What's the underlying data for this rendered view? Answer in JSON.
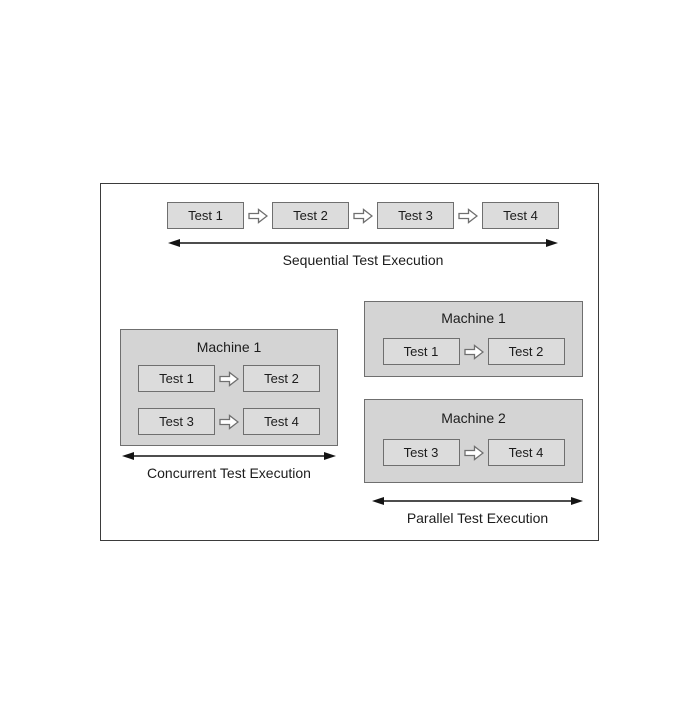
{
  "diagram": {
    "sequential": {
      "tests": [
        "Test 1",
        "Test 2",
        "Test 3",
        "Test 4"
      ],
      "label": "Sequential Test Execution"
    },
    "concurrent": {
      "machine": {
        "title": "Machine 1",
        "rows": [
          [
            "Test 1",
            "Test 2"
          ],
          [
            "Test 3",
            "Test 4"
          ]
        ]
      },
      "label": "Concurrent Test Execution"
    },
    "parallel": {
      "machines": [
        {
          "title": "Machine 1",
          "tests": [
            "Test 1",
            "Test 2"
          ]
        },
        {
          "title": "Machine 2",
          "tests": [
            "Test 3",
            "Test 4"
          ]
        }
      ],
      "label": "Parallel Test Execution"
    },
    "colors": {
      "test_box_fill": "#dcdcdc",
      "machine_box_fill": "#d4d4d4",
      "box_border": "#6f6f6f",
      "frame_border": "#3b3b3b",
      "arrow": "#141414",
      "block_arrow_fill": "#ffffff"
    }
  }
}
